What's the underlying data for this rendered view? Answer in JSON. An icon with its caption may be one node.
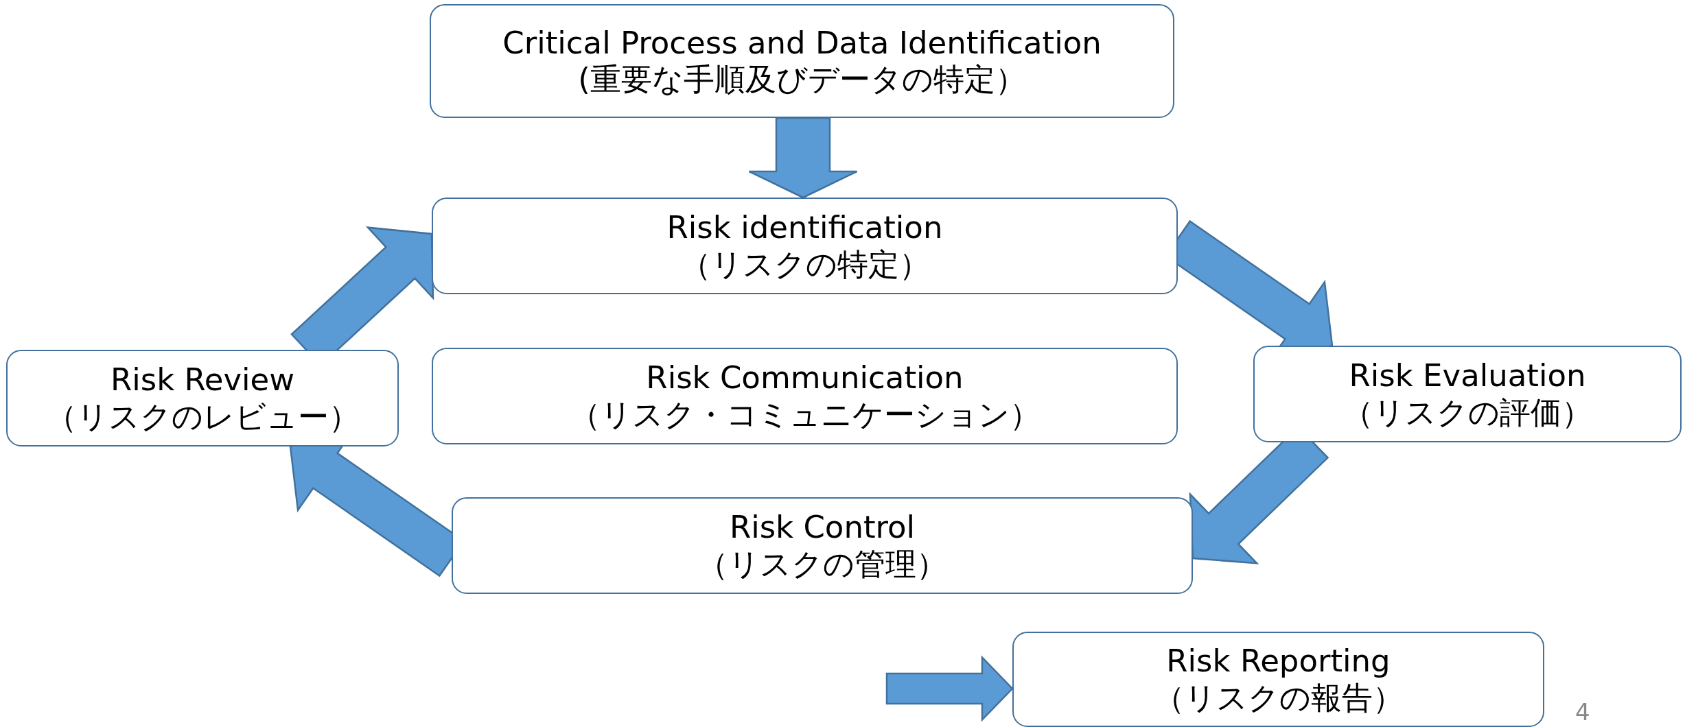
{
  "diagram": {
    "nodes": [
      {
        "text": [
          "Critical Process and Data Identification",
          "(重要な手順及びデータの特定）"
        ]
      },
      {
        "text": [
          "Risk identification",
          "（リスクの特定）"
        ]
      },
      {
        "text": [
          "Risk Review",
          "（リスクのレビュー）"
        ]
      },
      {
        "text": [
          "Risk Communication",
          "（リスク・コミュニケーション）"
        ]
      },
      {
        "text": [
          "Risk Evaluation",
          "（リスクの評価）"
        ]
      },
      {
        "text": [
          "Risk Control",
          "（リスクの管理）"
        ]
      },
      {
        "text": [
          "Risk Reporting",
          "（リスクの報告）"
        ]
      }
    ],
    "edges": [
      {
        "from": 0,
        "to": 1,
        "arrow": "to"
      },
      {
        "from": 1,
        "to": 4,
        "arrow": "to"
      },
      {
        "from": 4,
        "to": 5,
        "arrow": "to"
      },
      {
        "from": 5,
        "to": 2,
        "arrow": "to"
      },
      {
        "from": 2,
        "to": 1,
        "arrow": "to"
      },
      {
        "from": null,
        "to": 6,
        "arrow": "to"
      }
    ],
    "labels": [
      "4"
    ]
  }
}
